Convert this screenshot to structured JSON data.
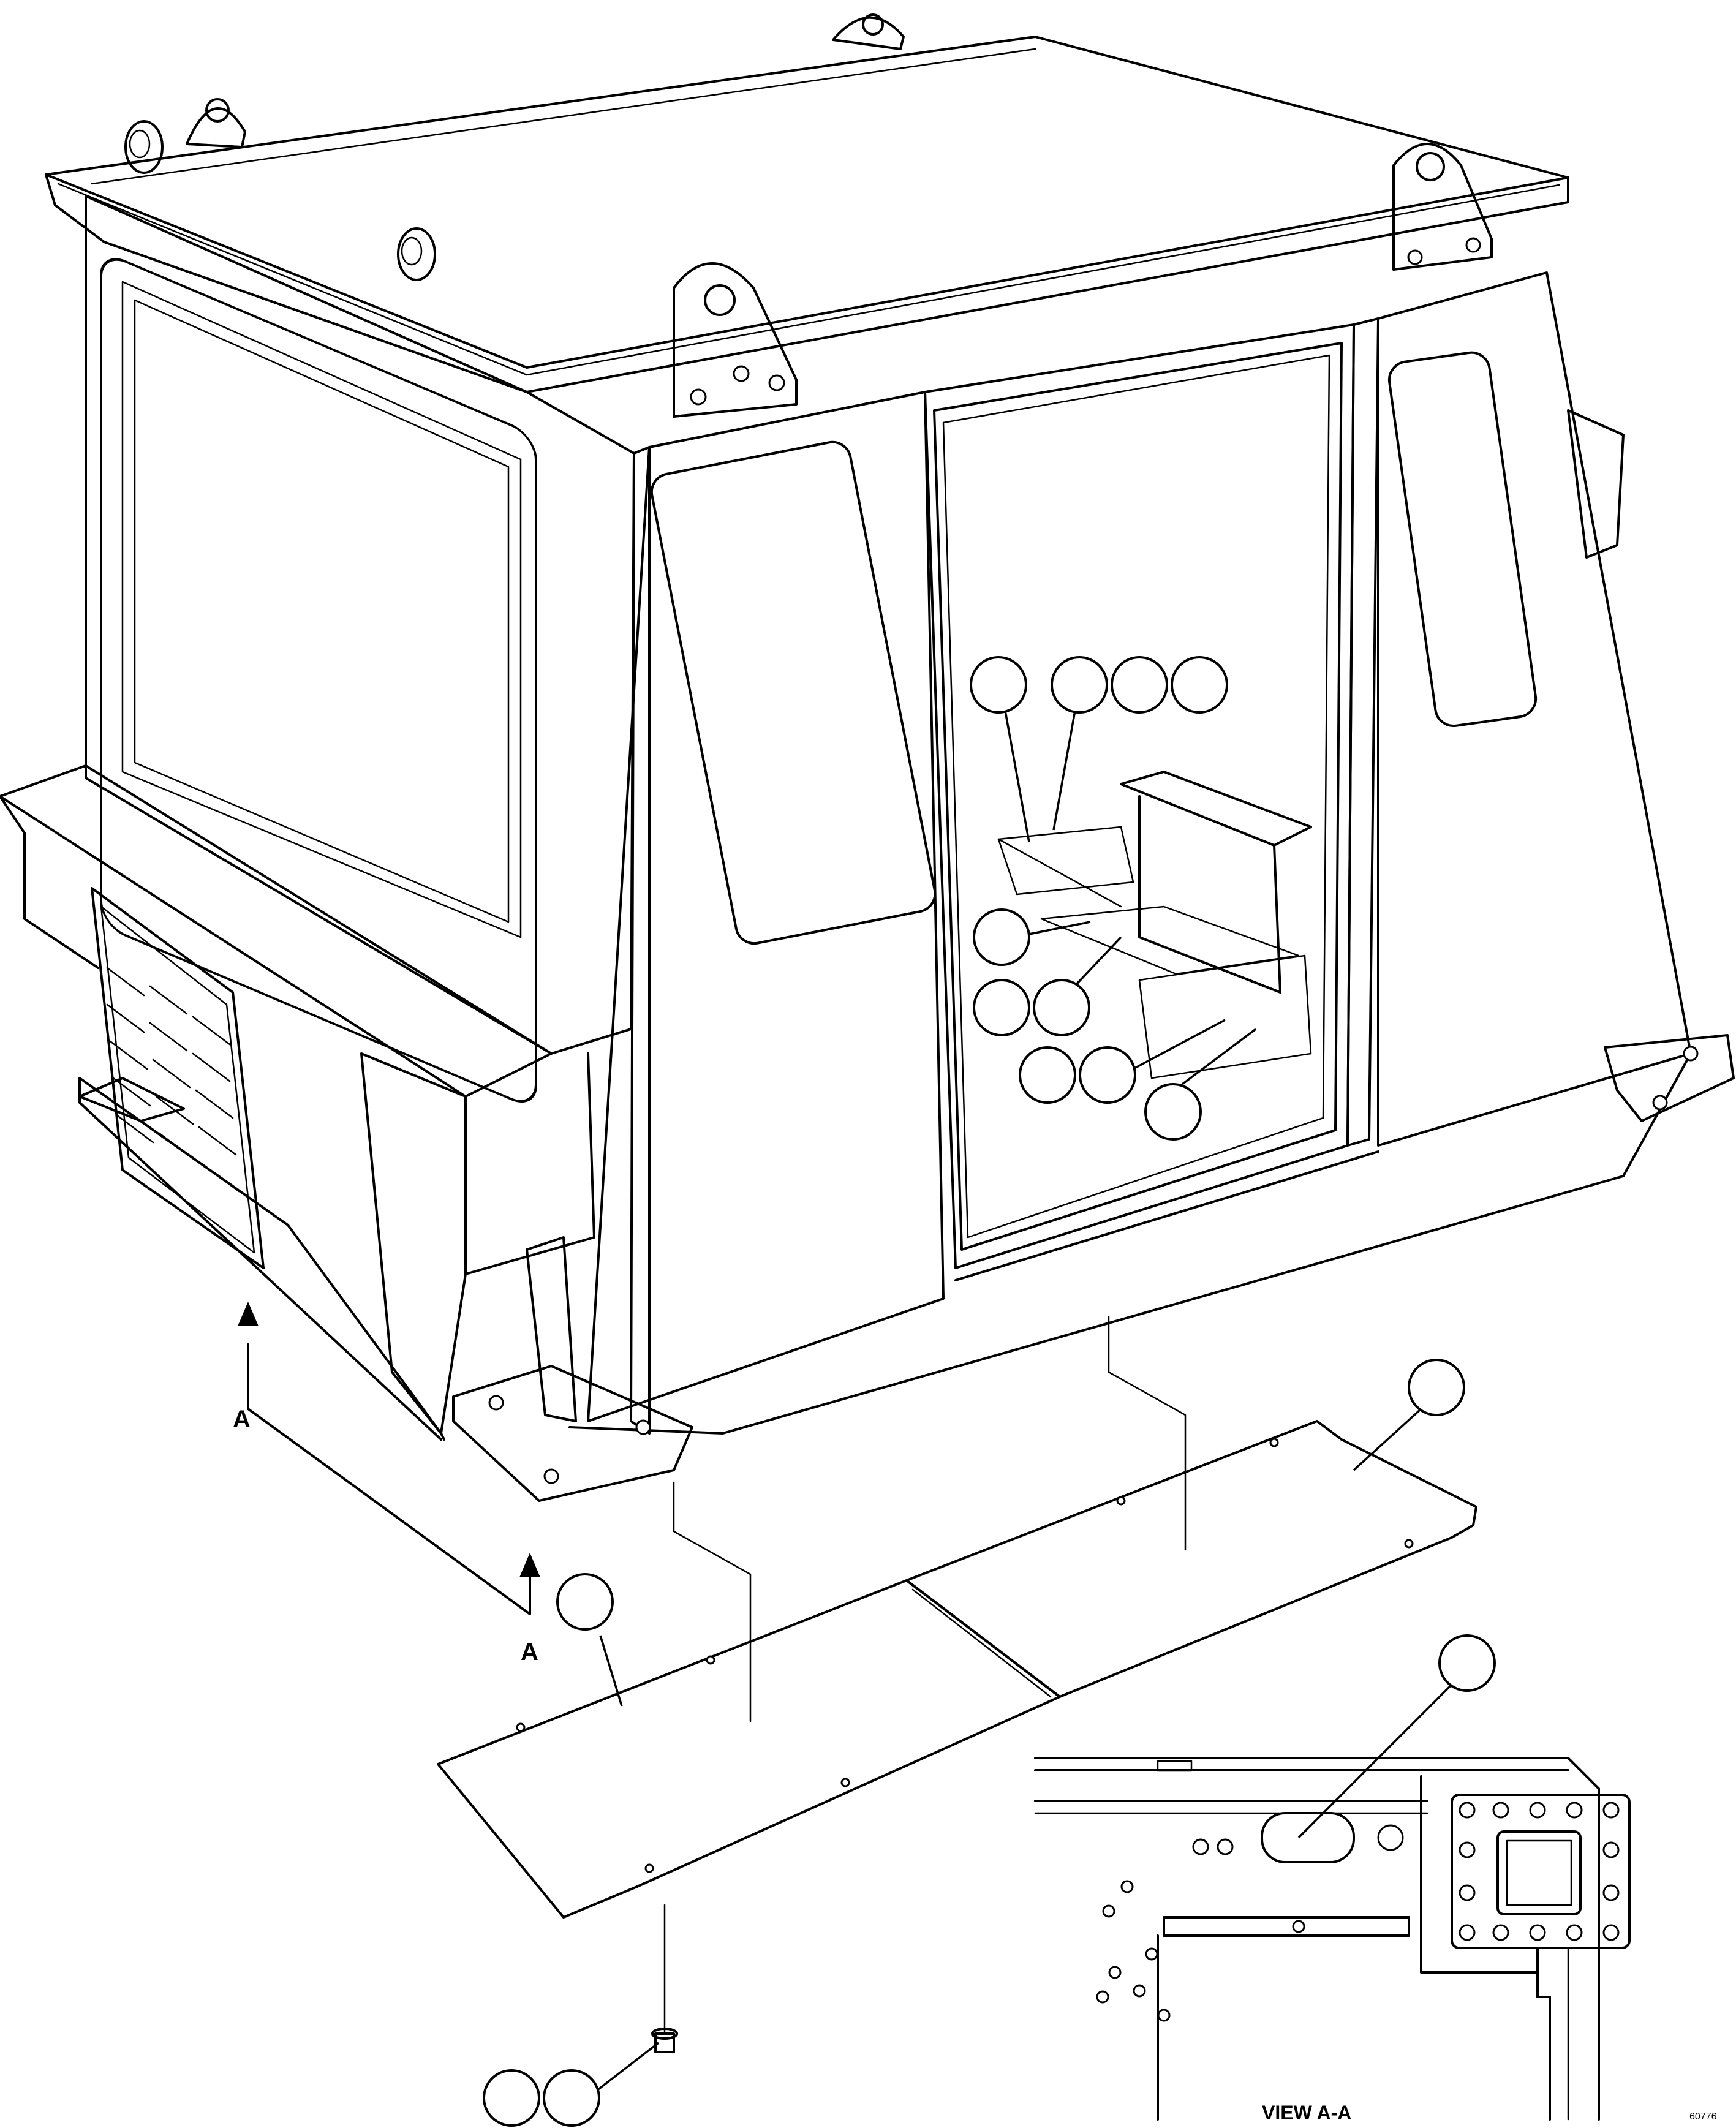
{
  "section_marker": {
    "letter": "A"
  },
  "view_label": "VIEW A-A",
  "drawing_number": "60776",
  "callout_balloons": {
    "count": 15,
    "labels": []
  }
}
